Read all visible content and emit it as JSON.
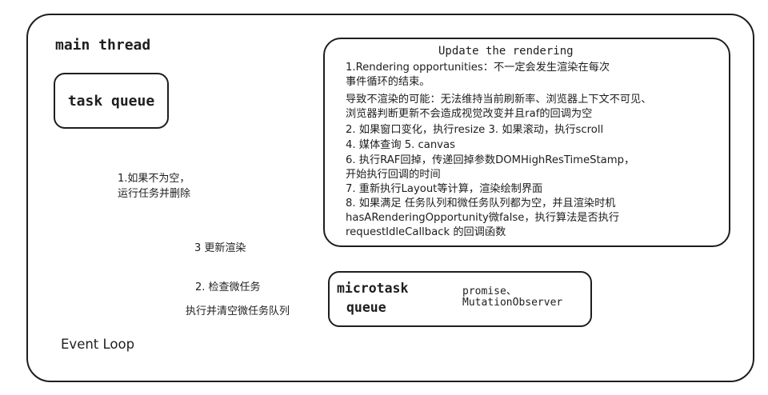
{
  "main_thread": "main thread",
  "task_queue": "task queue",
  "edge_task": [
    "1.如果不为空，",
    "运行任务并删除"
  ],
  "render_title": "Update the rendering",
  "render_lines": [
    "1.Rendering opportunities：不一定会发生渲染在每次",
    "事件循环的结束。",
    "导致不渲染的可能：无法维持当前刷新率、浏览器上下文不可见、",
    "浏览器判断更新不会造成视觉改变并且raf的回调为空",
    "2. 如果窗口变化，执行resize 3. 如果滚动，执行scroll",
    "4. 媒体查询 5. canvas",
    "6. 执行RAF回掉，传递回掉参数DOMHighResTimeStamp，",
    "开始执行回调的时间",
    "7. 重新执行Layout等计算，渲染绘制界面",
    "8. 如果满足 任务队列和微任务队列都为空，并且渲染时机",
    "hasARenderingOpportunity微false，执行算法是否执行",
    "requestIdleCallback 的回调函数"
  ],
  "edge_render": "3  更新渲染",
  "microtask_queue": [
    "microtask",
    "queue"
  ],
  "microtask_desc": [
    "promise、",
    "MutationObserver"
  ],
  "edge_micro_top": "2. 检查微任务",
  "edge_micro_bottom": "执行并清空微任务队列",
  "event_loop": "Event Loop",
  "colors": {
    "stroke": "#1e1e1e",
    "underline": "#f08c00"
  }
}
